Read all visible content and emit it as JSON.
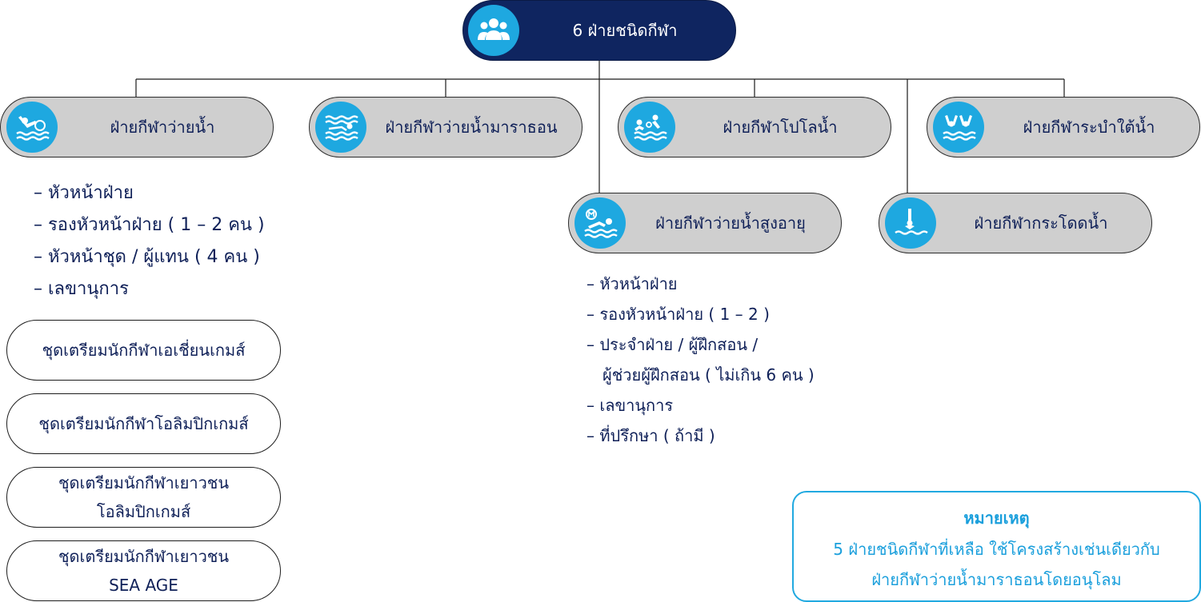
{
  "root": {
    "label": "6 ฝ่ายชนิดกีฬา",
    "icon": "people-group-icon"
  },
  "departments": [
    {
      "label": "ฝ่ายกีฬาว่ายน้ำ",
      "icon": "water-polo-swimmer-icon"
    },
    {
      "label": "ฝ่ายกีฬาว่ายน้ำมาราธอน",
      "icon": "marathon-swimming-icon"
    },
    {
      "label": "ฝ่ายกีฬาโปโลน้ำ",
      "icon": "water-polo-icon"
    },
    {
      "label": "ฝ่ายกีฬาระบำใต้น้ำ",
      "icon": "artistic-swimming-icon"
    },
    {
      "label": "ฝ่ายกีฬาว่ายน้ำสูงอายุ",
      "icon": "masters-swimming-icon"
    },
    {
      "label": "ฝ่ายกีฬากระโดดน้ำ",
      "icon": "diving-icon"
    }
  ],
  "swimming_roles": [
    "– หัวหน้าฝ่าย",
    "– รองหัวหน้าฝ่าย ( 1 – 2 คน )",
    "– หัวหน้าชุด / ผู้แทน ( 4 คน )",
    "– เลขานุการ"
  ],
  "team_boxes": [
    {
      "lines": [
        "ชุดเตรียมนักกีฬาเอเชี่ยนเกมส์"
      ]
    },
    {
      "lines": [
        "ชุดเตรียมนักกีฬาโอลิมปิกเกมส์"
      ]
    },
    {
      "lines": [
        "ชุดเตรียมนักกีฬาเยาวชน",
        "โอลิมปิกเกมส์"
      ]
    },
    {
      "lines": [
        "ชุดเตรียมนักกีฬาเยาวชน",
        "SEA AGE"
      ]
    }
  ],
  "masters_roles": [
    "– หัวหน้าฝ่าย",
    "– รองหัวหน้าฝ่าย ( 1 – 2 )",
    "– ประจำฝ่าย / ผู้ฝึกสอน /",
    "ผู้ช่วยผู้ฝึกสอน ( ไม่เกิน 6 คน )",
    "– เลขานุการ",
    "– ที่ปรึกษา ( ถ้ามี )"
  ],
  "note": {
    "title": "หมายเหตุ",
    "lines": [
      "5 ฝ่ายชนิดกีฬาที่เหลือ ใช้โครงสร้างเช่นเดียวกับ",
      "ฝ่ายกีฬาว่ายน้ำมาราธอนโดยอนุโลม"
    ]
  },
  "colors": {
    "root_fill": "#0f2560",
    "node_fill": "#cfcfcf",
    "icon_circle": "#1ea8e0",
    "text_navy": "#0f2058",
    "note_accent": "#1a9fdc"
  }
}
